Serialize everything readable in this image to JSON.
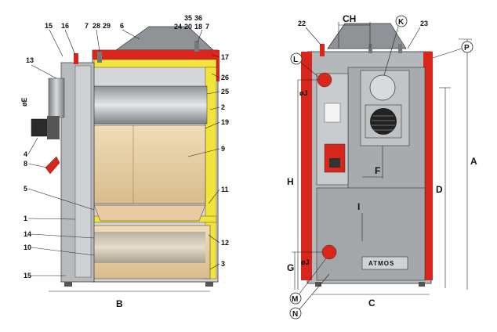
{
  "left_view": {
    "callouts_top": [
      "15",
      "16",
      "7",
      "28",
      "29",
      "6",
      "35",
      "36",
      "24",
      "20",
      "18",
      "7"
    ],
    "callouts_left": [
      "13",
      "øE",
      "4",
      "8",
      "5",
      "1",
      "14",
      "10",
      "15"
    ],
    "callouts_right": [
      "17",
      "26",
      "25",
      "2",
      "19",
      "9",
      "11",
      "12",
      "3"
    ],
    "dimension_b": "B"
  },
  "right_view": {
    "callouts_top": [
      "22",
      "CH",
      "23"
    ],
    "circled": [
      "K",
      "P",
      "L",
      "M",
      "N"
    ],
    "dimensions": [
      "øJ",
      "F",
      "I",
      "H",
      "D",
      "A",
      "G",
      "øJ",
      "C"
    ],
    "brand_plate": "ATMOS"
  },
  "colors": {
    "red": "#d9261c",
    "yellow": "#f2e43a",
    "grey": "#9fa3a6",
    "steel": "#c9cccf",
    "tan": "#e6cfa9"
  }
}
